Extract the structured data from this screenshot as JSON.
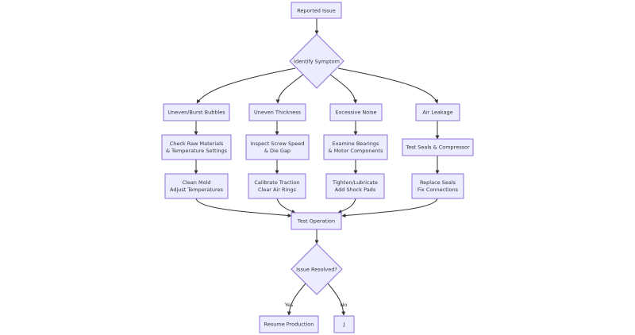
{
  "diagram": {
    "type": "flowchart",
    "nodes": {
      "reported_issue": "Reported Issue",
      "identify_symptom": "Identify Symptom",
      "uneven_burst_bubbles": "Uneven/Burst Bubbles",
      "uneven_thickness": "Uneven Thickness",
      "excessive_noise": "Excessive Noise",
      "air_leakage": "Air Leakage",
      "check_raw_materials": [
        "Check Raw Materials",
        "& Temperature Settings"
      ],
      "inspect_screw_speed": [
        "Inspect Screw Speed",
        "& Die Gap"
      ],
      "examine_bearings": [
        "Examine Bearings",
        "& Motor Components"
      ],
      "test_seals": "Test Seals & Compressor",
      "clean_mold": [
        "Clean Mold",
        "Adjust Temperatures"
      ],
      "calibrate_traction": [
        "Calibrate Traction",
        "Clear Air Rings"
      ],
      "tighten_lubricate": [
        "Tighten/Lubricate",
        "Add Shock Pads"
      ],
      "replace_seals": [
        "Replace Seals",
        "Fix Connections"
      ],
      "test_operation": "Test Operation",
      "issue_resolved": "Issue Resolved?",
      "resume_production": "Resume Production",
      "j": "J"
    },
    "edge_labels": {
      "yes": "Yes",
      "no": "No"
    },
    "colors": {
      "node_fill": "#ececff",
      "node_stroke": "#9370db",
      "edge": "#333333",
      "text": "#333333"
    }
  }
}
